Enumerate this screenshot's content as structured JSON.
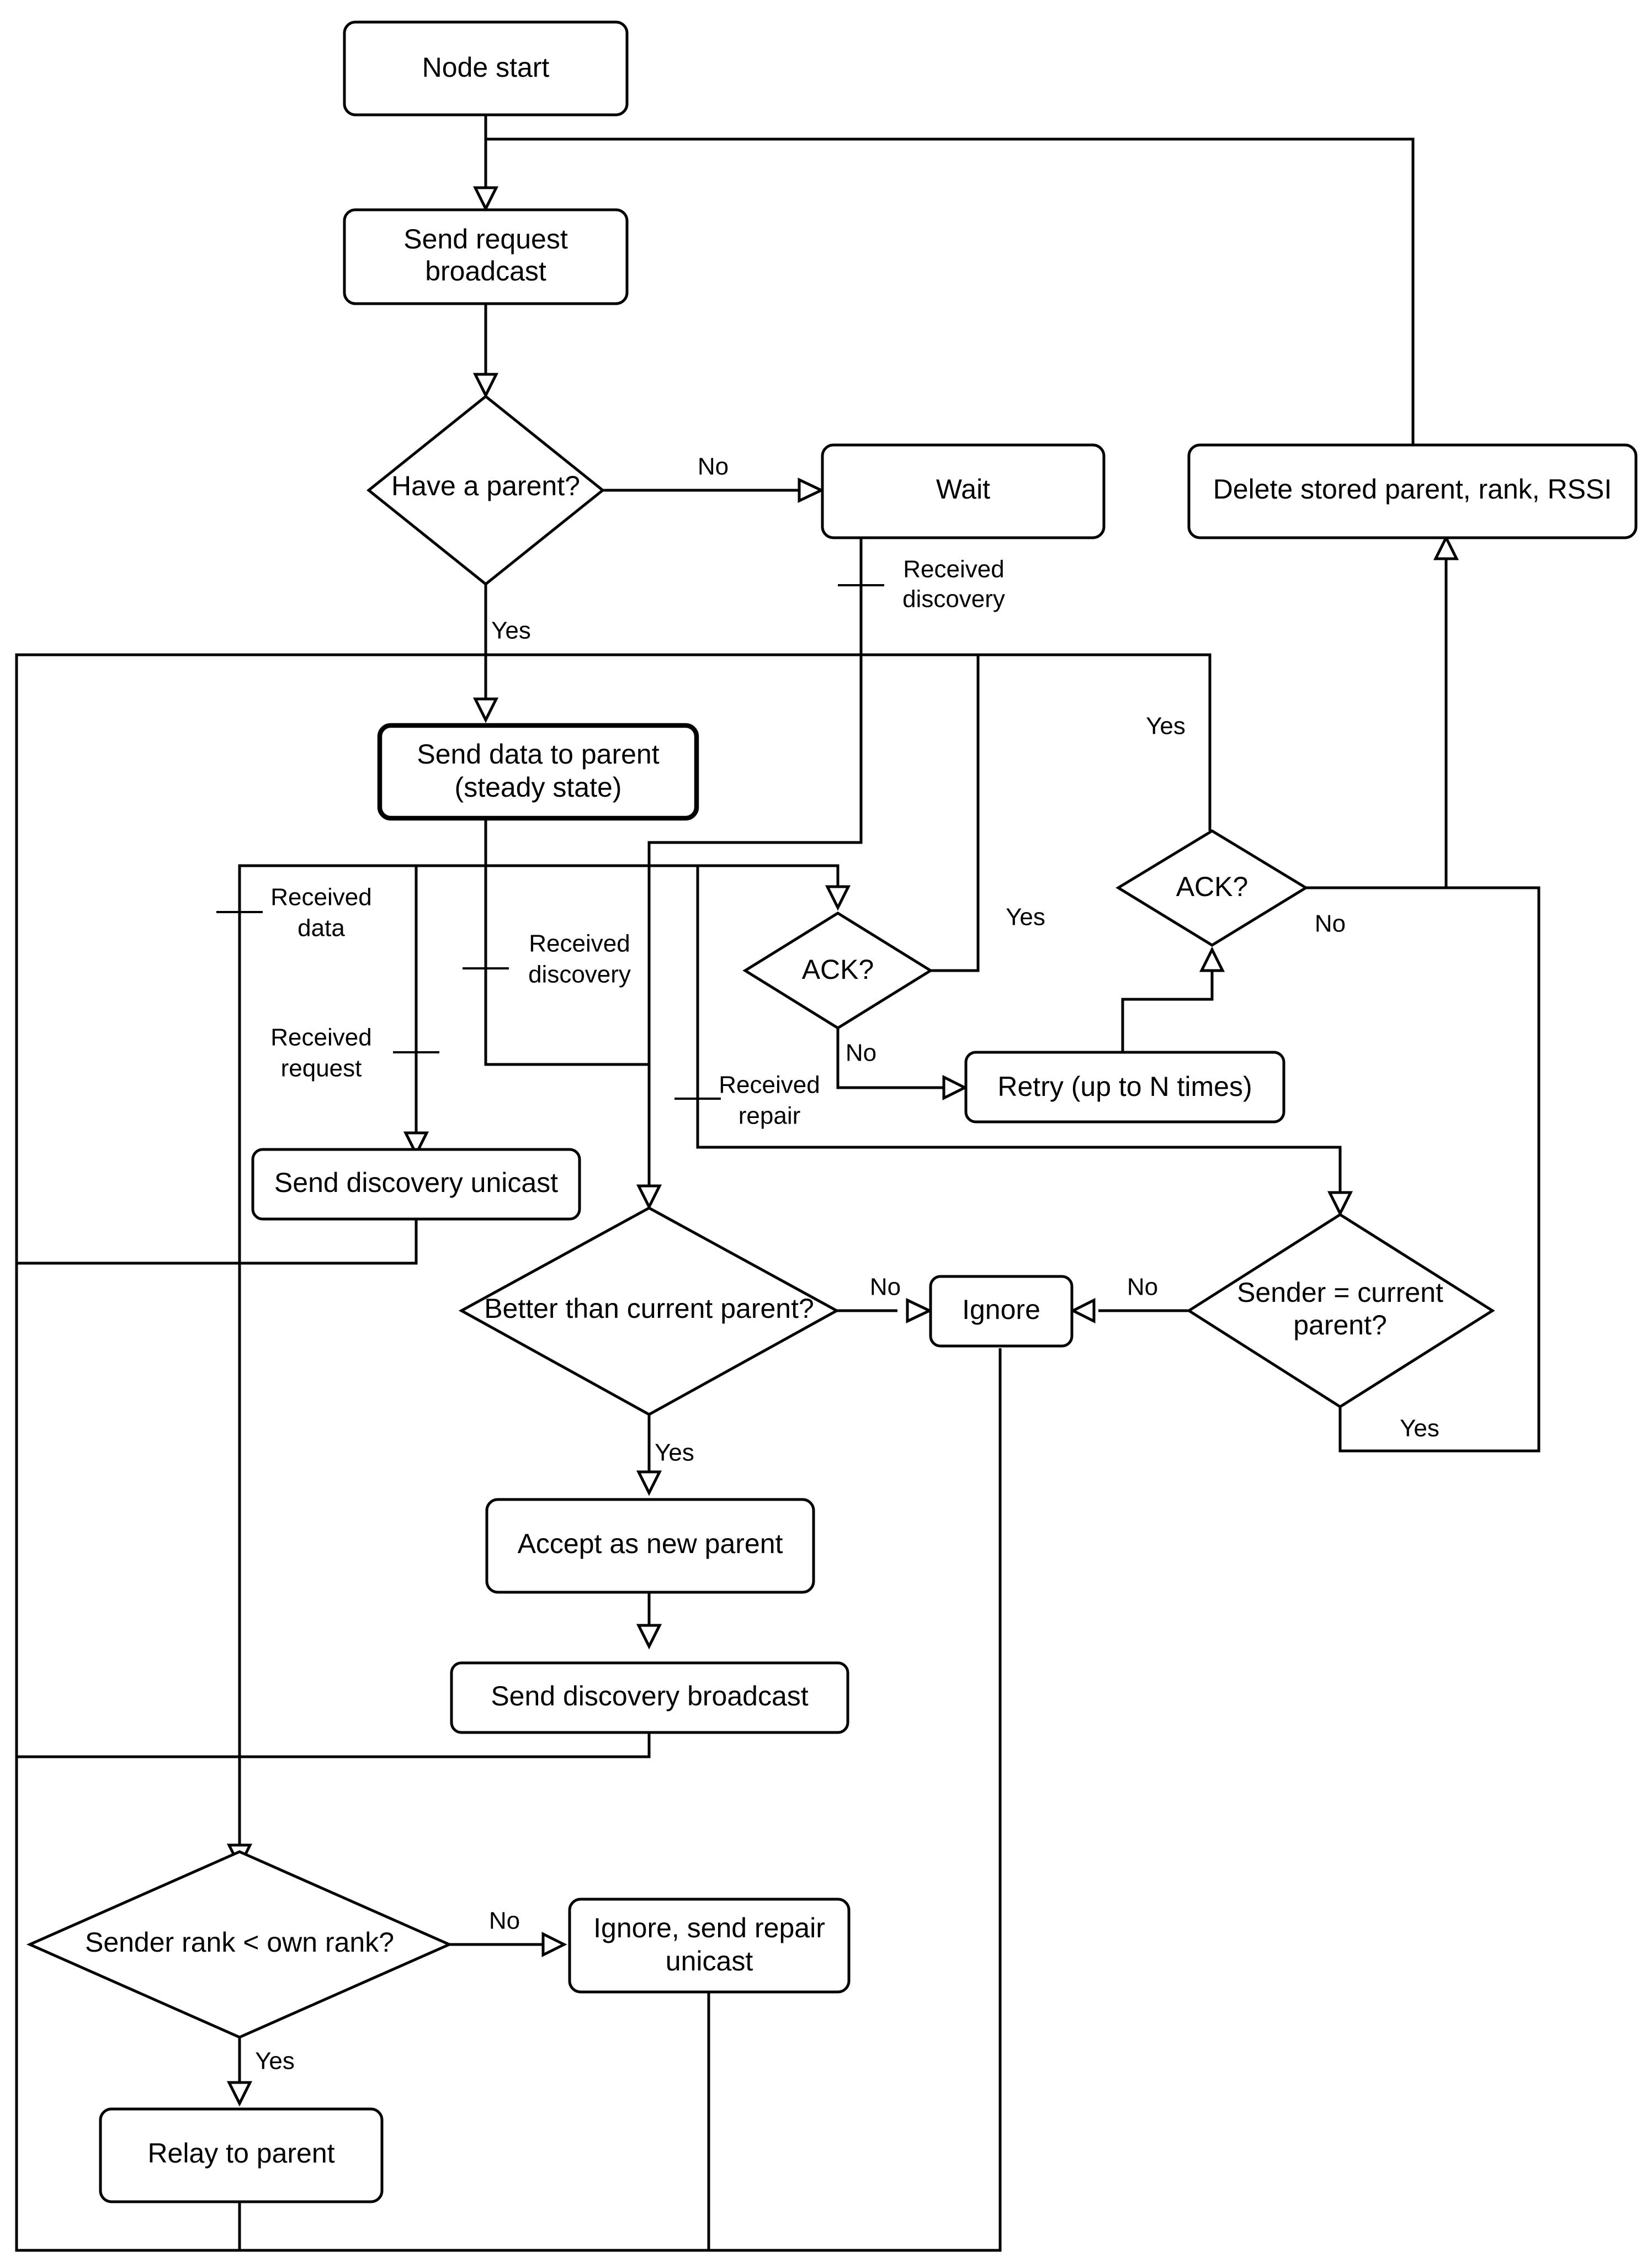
{
  "nodes": {
    "node_start": "Node start",
    "send_request": [
      "Send request",
      "broadcast"
    ],
    "have_parent": "Have a parent?",
    "wait": "Wait",
    "delete_stored": "Delete stored parent, rank, RSSI",
    "send_data": [
      "Send data to parent",
      "(steady state)"
    ],
    "ack_right": "ACK?",
    "ack_mid": "ACK?",
    "retry": "Retry (up to N times)",
    "send_discovery_unicast": "Send discovery unicast",
    "better_than": "Better than current parent?",
    "ignore": "Ignore",
    "sender_current": [
      "Sender = current",
      "parent?"
    ],
    "accept_parent": "Accept as new parent",
    "send_discovery_broadcast": "Send discovery broadcast",
    "sender_rank": "Sender rank < own rank?",
    "ignore_repair": [
      "Ignore, send repair",
      "unicast"
    ],
    "relay": "Relay to parent"
  },
  "labels": {
    "no_have_parent": "No",
    "yes_have_parent": "Yes",
    "received_discovery_wait": [
      "Received",
      "discovery"
    ],
    "yes_ack_right": "Yes",
    "no_ack_right": "No",
    "yes_ack_mid": "Yes",
    "no_ack_mid": "No",
    "received_data": [
      "Received",
      "data"
    ],
    "received_discovery_steady": [
      "Received",
      "discovery"
    ],
    "received_request": [
      "Received",
      "request"
    ],
    "received_repair": [
      "Received",
      "repair"
    ],
    "no_better": "No",
    "no_sender_current": "No",
    "yes_sender_current": "Yes",
    "yes_better": "Yes",
    "no_sender_rank": "No",
    "yes_sender_rank": "Yes"
  }
}
